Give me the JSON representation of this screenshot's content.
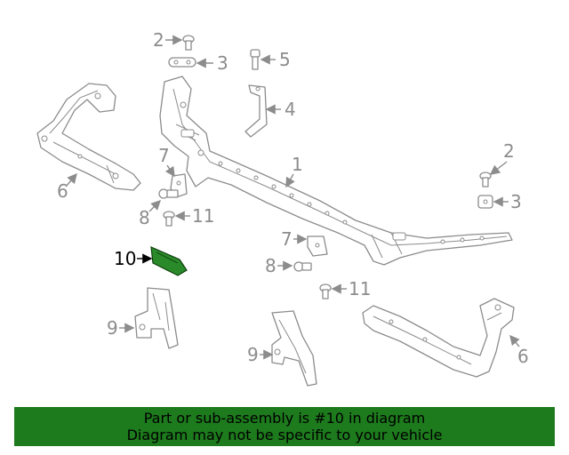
{
  "diagram": {
    "callouts": {
      "c1": "1",
      "c2_top": "2",
      "c2_right": "2",
      "c3_top": "3",
      "c3_right": "3",
      "c4": "4",
      "c5": "5",
      "c6_left": "6",
      "c6_right": "6",
      "c7_left": "7",
      "c7_mid": "7",
      "c8_left": "8",
      "c8_mid": "8",
      "c9_left": "9",
      "c9_mid": "9",
      "c10": "10",
      "c11_left": "11",
      "c11_mid": "11"
    },
    "highlighted_part": "10",
    "colors": {
      "line": "#8c8c8c",
      "highlight_fill": "#1f7a1f",
      "highlight_text": "#000000",
      "banner_bg": "#1d7a1d"
    }
  },
  "banner": {
    "line1": "Part or sub-assembly is #10 in diagram",
    "line2": "Diagram may not be specific to your vehicle"
  }
}
